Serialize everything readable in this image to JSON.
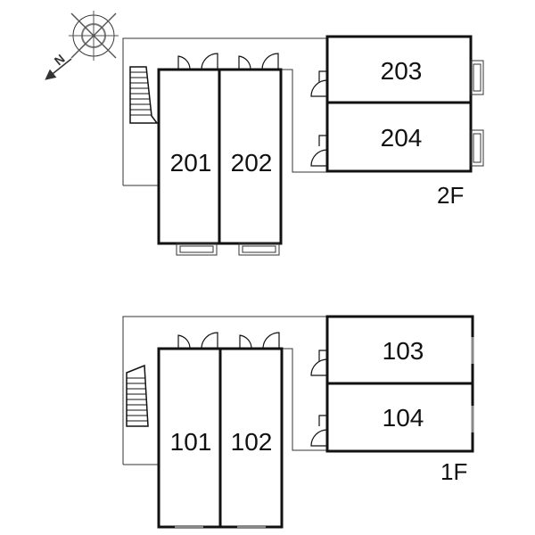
{
  "compass": {
    "label": "N"
  },
  "floors": {
    "upper": {
      "label": "2F",
      "units": {
        "a": "201",
        "b": "202",
        "c": "203",
        "d": "204"
      }
    },
    "lower": {
      "label": "1F",
      "units": {
        "a": "101",
        "b": "102",
        "c": "103",
        "d": "104"
      }
    }
  }
}
